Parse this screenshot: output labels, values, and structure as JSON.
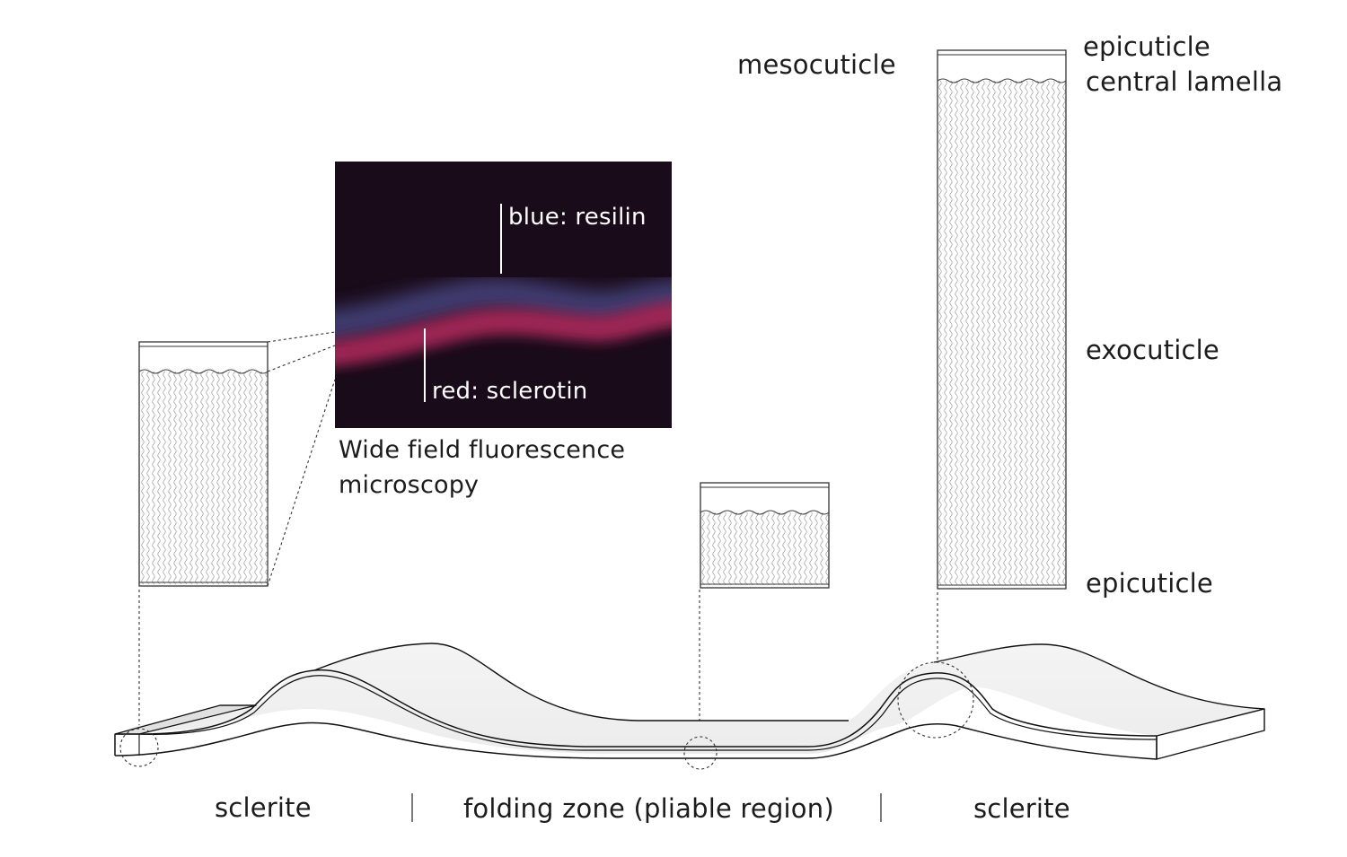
{
  "header": {
    "mesocuticle_label": "mesocuticle"
  },
  "micrograph": {
    "blue_label": "blue: resilin",
    "red_label": "red: sclerotin",
    "caption_line1": "Wide field fluorescence",
    "caption_line2": "microscopy",
    "colors": {
      "background": "#1a0b1a",
      "resilin": "#4a4a8a",
      "sclerotin": "#b8285a"
    }
  },
  "layers": {
    "epicuticle_top": "epicuticle",
    "central_lamella": "central lamella",
    "exocuticle": "exocuticle",
    "epicuticle_bottom": "epicuticle"
  },
  "regions": {
    "left": "sclerite",
    "middle": "folding zone (pliable region)",
    "right": "sclerite"
  }
}
